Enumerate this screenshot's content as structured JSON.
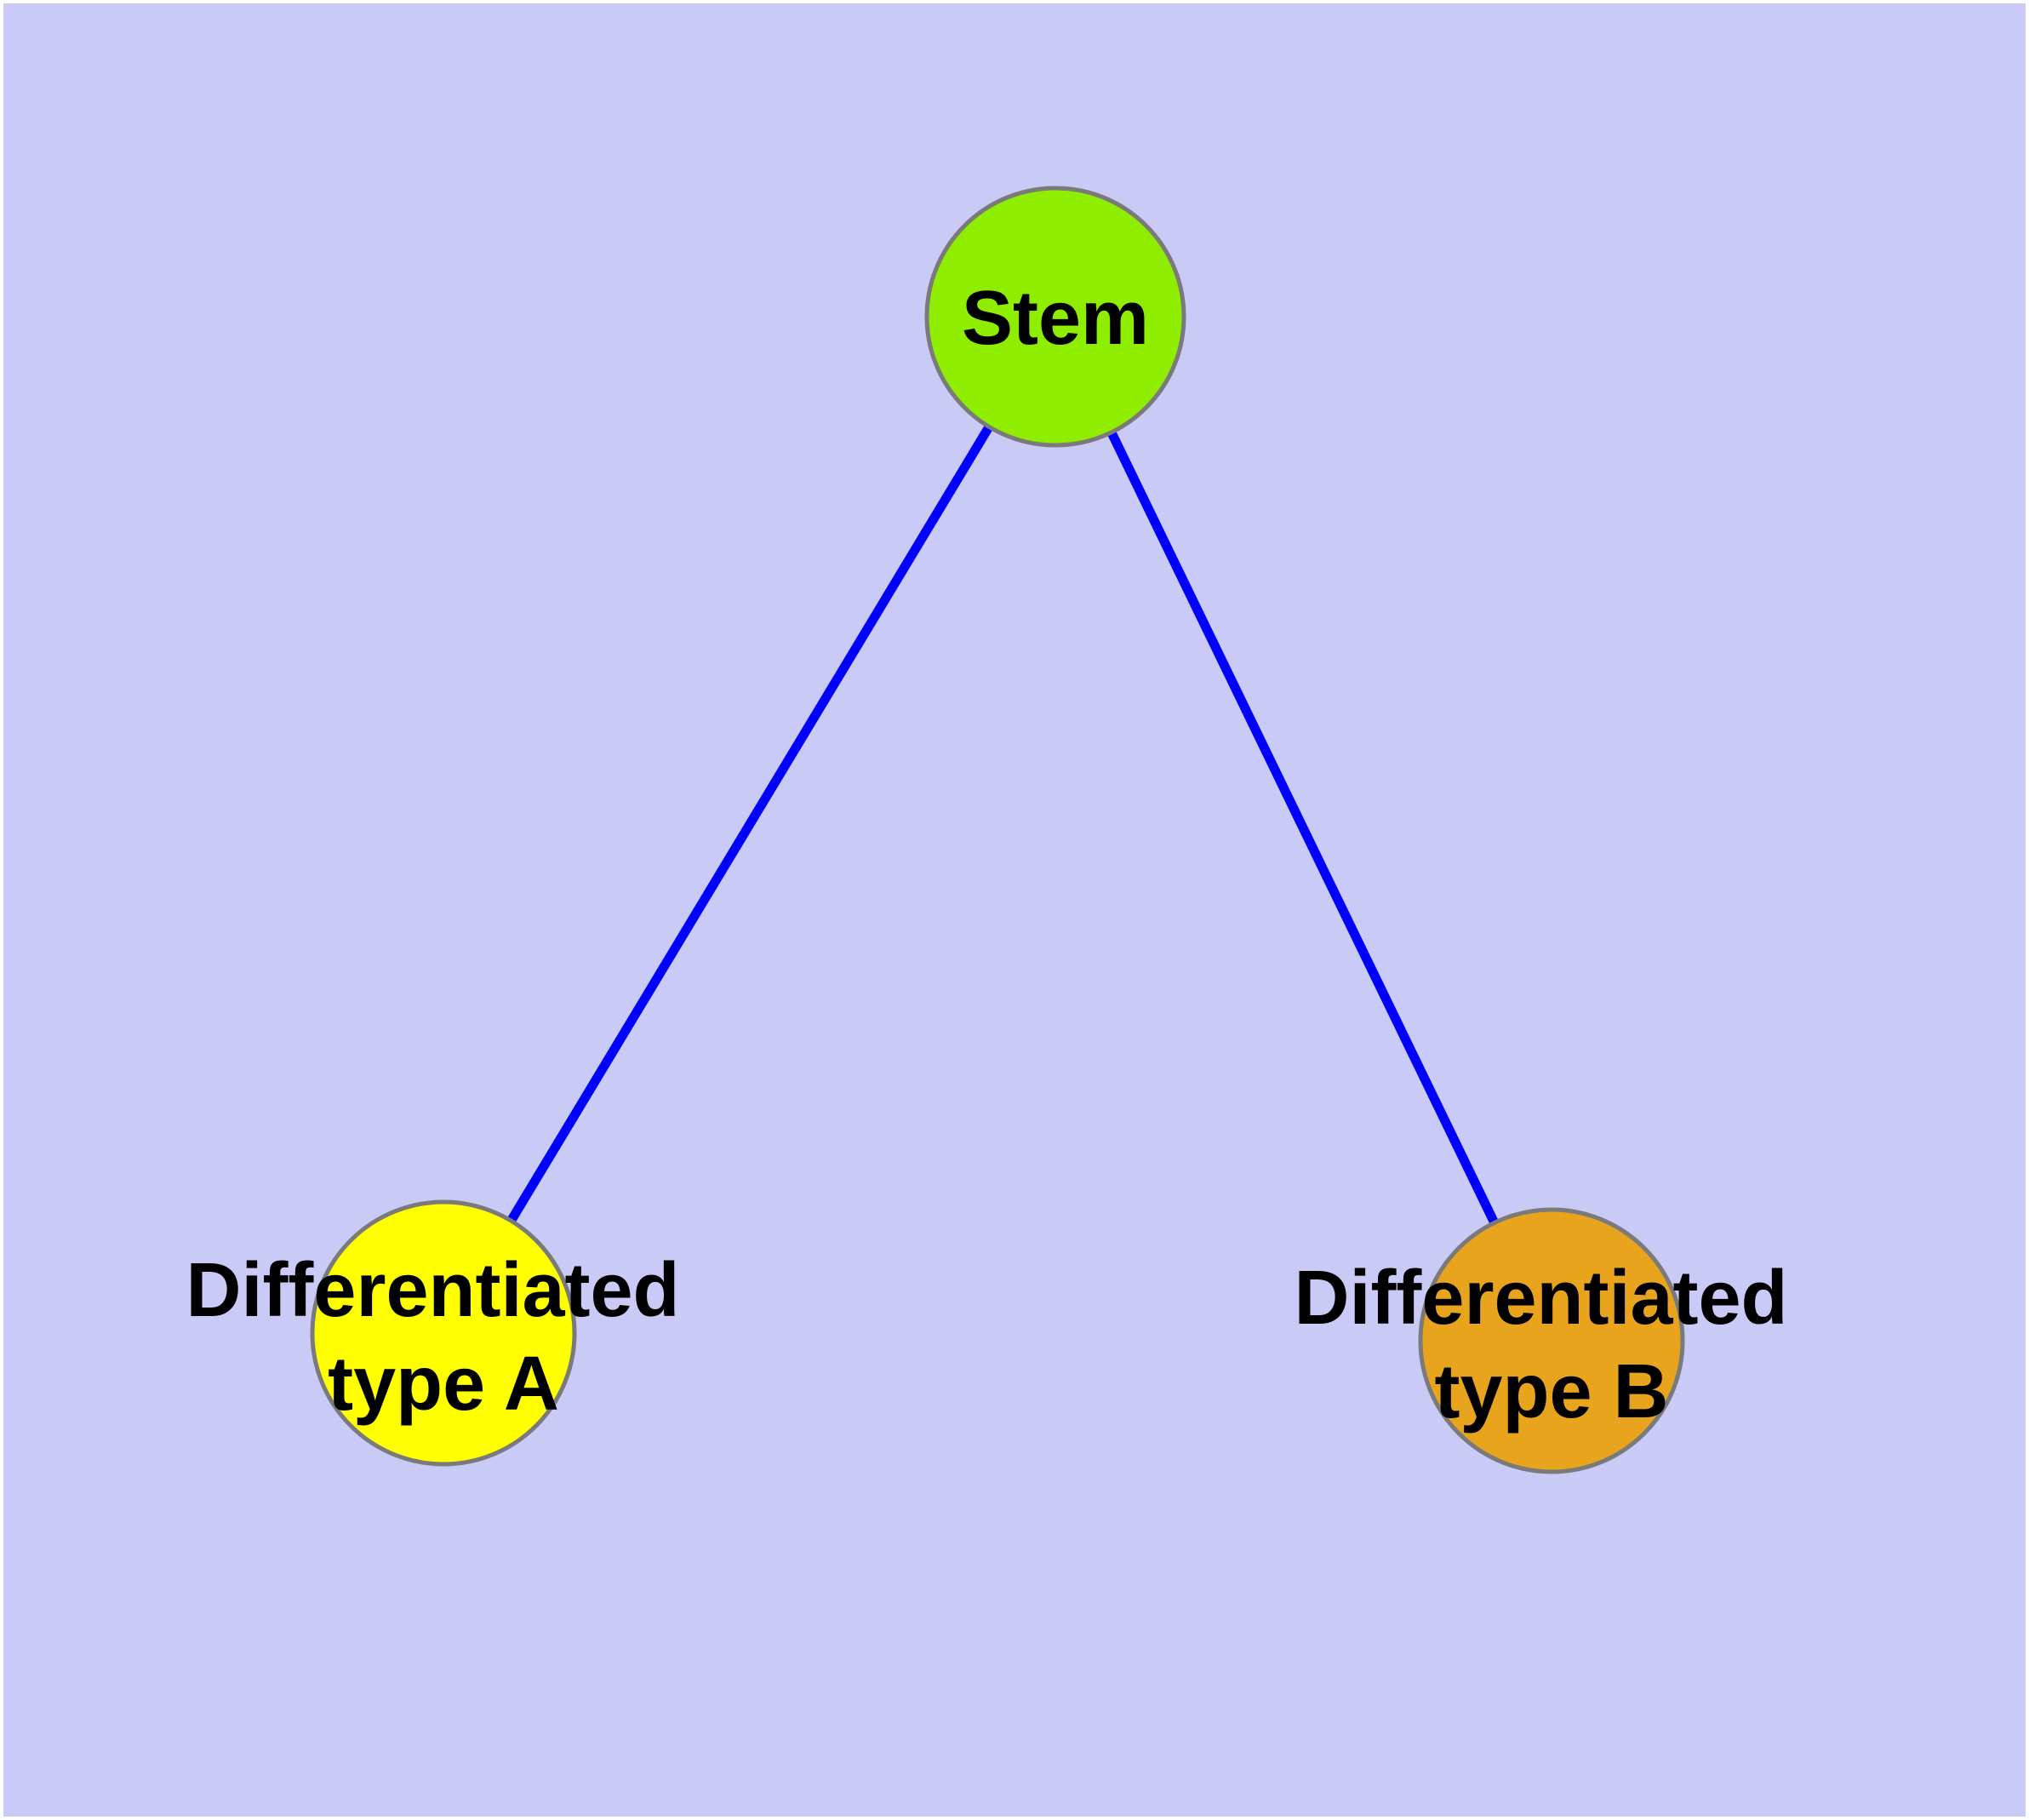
{
  "diagram": {
    "type": "graph",
    "description": "Stem cell differentiation graph: one stem node connected to two differentiated cell-type nodes",
    "canvas": {
      "background_color": "#CACAF7",
      "frame_color": "#FFFFFF"
    },
    "nodes": {
      "stem": {
        "label": "Stem",
        "fill": "#8FEE00",
        "border_color": "#7A7A7A"
      },
      "type_a": {
        "label": "Differentiated type A",
        "line1": "Differentiated",
        "line2": "type A",
        "fill": "#FFFF00",
        "border_color": "#7A7A7A"
      },
      "type_b": {
        "label": "Differentiated type B",
        "line1": "Differentiated",
        "line2": "type B",
        "fill": "#E8A41D",
        "border_color": "#7A7A7A"
      }
    },
    "edges": {
      "stroke_color": "#0000FF",
      "list": [
        {
          "from": "Stem",
          "to": "Differentiated type A"
        },
        {
          "from": "Stem",
          "to": "Differentiated type B"
        }
      ]
    }
  }
}
